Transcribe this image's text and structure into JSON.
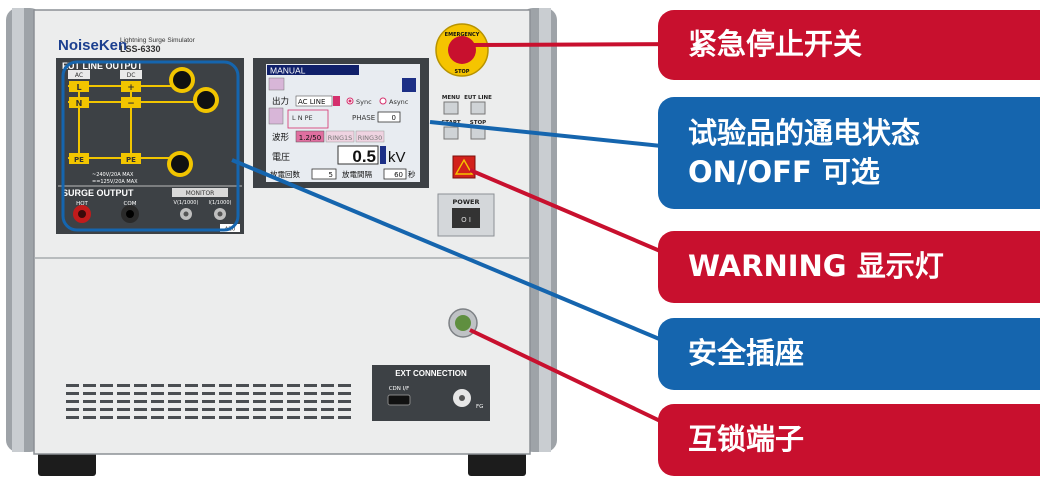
{
  "device": {
    "brand": "NoiseKen",
    "product_name": "Lightning Surge Simulator",
    "model": "LSS-6330",
    "eut_line_output": "EUT LINE OUTPUT",
    "terminals": {
      "ac": "AC",
      "dc": "DC",
      "l": "L",
      "n": "N",
      "plus": "+",
      "minus": "−",
      "pe1": "PE",
      "pe2": "PE"
    },
    "ratings_ac": "~240V/20A MAX",
    "ratings_dc": "==125V/20A MAX",
    "surge_output": "SURGE OUTPUT",
    "hot": "HOT",
    "com": "COM",
    "monitor": "MONITOR",
    "monitor_v": "V(1/1000)",
    "monitor_i": "I(1/1000)",
    "panel_code": "A20",
    "emergency_line1": "EMERGENCY",
    "emergency_line2": "STOP",
    "btn_menu": "MENU",
    "btn_eut_line": "EUT LINE",
    "btn_start": "START",
    "btn_stop": "STOP",
    "power": "POWER",
    "power_switch": "O  I",
    "ext_connection": "EXT CONNECTION",
    "cdn_if": "CDN I/F",
    "fg": "FG"
  },
  "screen": {
    "mode": "MANUAL",
    "output_label": "出力",
    "output_value": "AC LINE",
    "sync": "Sync",
    "async": "Async",
    "lnpe": "L N PE",
    "phase_label": "PHASE",
    "phase_value": "0",
    "waveform_label": "波形",
    "wave_1": "1.2/50",
    "wave_2": "RING1S",
    "wave_3": "RING30",
    "voltage_label": "電圧",
    "voltage_value": "0.5",
    "voltage_unit": "kV",
    "count_label": "放電回数",
    "count_value": "5",
    "interval_label": "放電間隔",
    "interval_value": "60",
    "interval_unit": "秒"
  },
  "callouts": [
    {
      "lines": [
        "紧急停止开关"
      ],
      "color": "#c8102e"
    },
    {
      "lines": [
        "试验品的通电状态",
        "ON/OFF 可选"
      ],
      "color": "#1565ae"
    },
    {
      "lines": [
        "WARNING 显示灯"
      ],
      "color": "#c8102e"
    },
    {
      "lines": [
        "安全插座"
      ],
      "color": "#1565ae"
    },
    {
      "lines": [
        "互锁端子"
      ],
      "color": "#c8102e"
    }
  ]
}
